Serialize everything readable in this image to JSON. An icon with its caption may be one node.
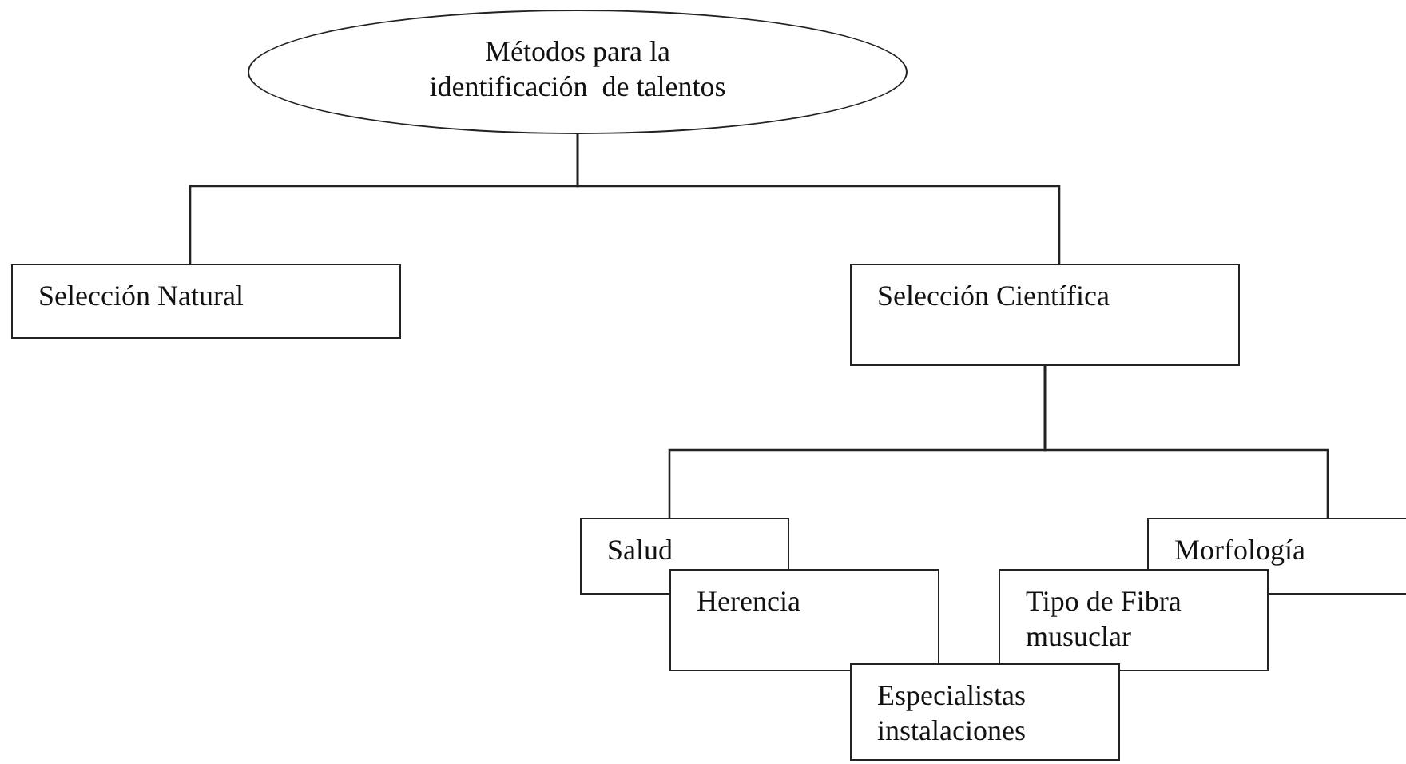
{
  "diagram": {
    "nodes": [
      {
        "text": [
          "Métodos para la identificación  de talentos"
        ]
      },
      {
        "text": [
          "Selección Natural"
        ]
      },
      {
        "text": [
          "Selección Científica"
        ]
      },
      {
        "text": [
          "Salud"
        ]
      },
      {
        "text": [
          "Morfología"
        ]
      },
      {
        "text": [
          "Herencia"
        ]
      },
      {
        "text": [
          "Tipo de Fibra musuclar"
        ]
      },
      {
        "text": [
          "Especialistas instalaciones"
        ]
      }
    ],
    "edges": [
      {
        "from": 0,
        "to": 1,
        "arrow": "none"
      },
      {
        "from": 0,
        "to": 2,
        "arrow": "none"
      },
      {
        "from": 2,
        "to": 3,
        "arrow": "none"
      },
      {
        "from": 2,
        "to": 4,
        "arrow": "none"
      }
    ]
  }
}
